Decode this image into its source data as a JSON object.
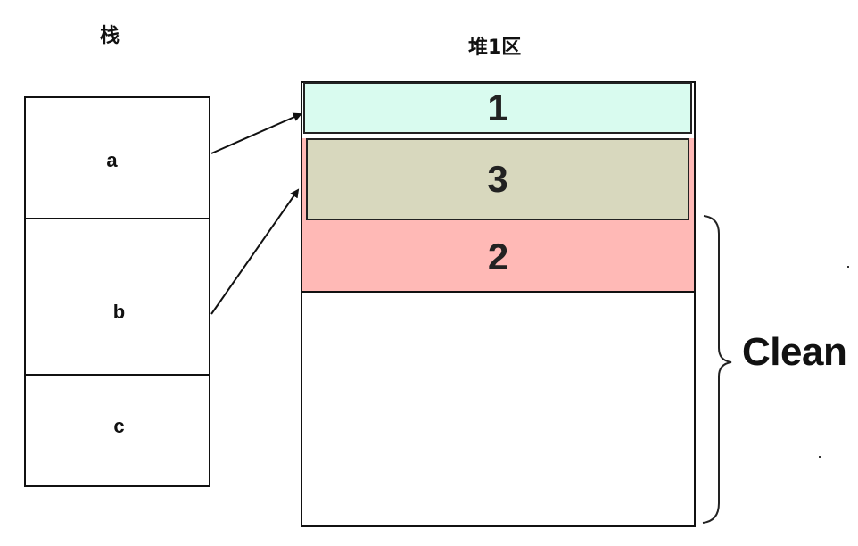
{
  "stack": {
    "title": "栈",
    "cells": [
      {
        "label": "a"
      },
      {
        "label": "b"
      },
      {
        "label": "c"
      }
    ]
  },
  "heap": {
    "title": "堆1区",
    "blocks": [
      {
        "label": "1",
        "color": "#d9fbef"
      },
      {
        "label": "3",
        "color": "#d8d8be"
      },
      {
        "label": "2",
        "color": "#ffb9b6"
      }
    ]
  },
  "annotation": {
    "label": "Clean"
  },
  "edges": [
    {
      "from": "a",
      "to": "1"
    },
    {
      "from": "b",
      "to": "3"
    }
  ]
}
